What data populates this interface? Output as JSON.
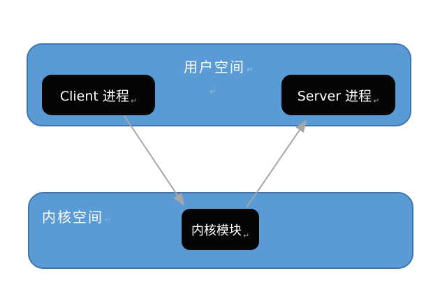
{
  "diagram": {
    "user_space": {
      "label": "用户空间"
    },
    "kernel_space": {
      "label": "内核空间"
    },
    "nodes": {
      "client": {
        "label": "Client 进程"
      },
      "server": {
        "label": "Server 进程"
      },
      "kernel_module": {
        "label": "内核模块"
      }
    },
    "edges": [
      {
        "from": "Client 进程",
        "to": "内核模块"
      },
      {
        "from": "内核模块",
        "to": "Server 进程"
      }
    ],
    "return_mark": "↵",
    "colors": {
      "background": "#ffffff",
      "region_fill": "#5b9bd5",
      "region_border": "#4076ad",
      "node_fill": "#050505",
      "node_text": "#ffffff",
      "region_text": "#f8fbfe",
      "arrow": "#a6a6a6"
    }
  }
}
